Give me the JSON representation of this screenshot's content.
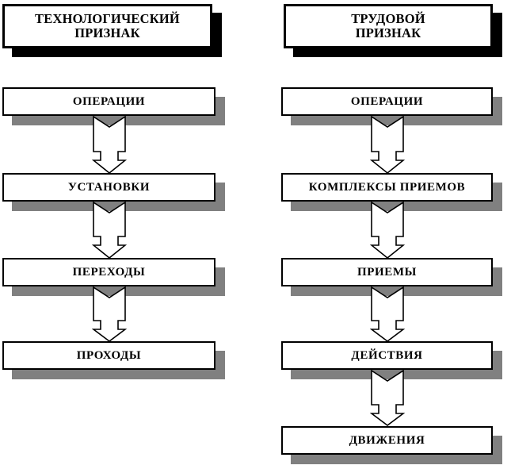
{
  "diagram": {
    "title_visible": false,
    "colors": {
      "box_fill": "#ffffff",
      "box_stroke": "#000000",
      "text": "#000000",
      "step_shadow": "#808080",
      "header_shadow": "#000000",
      "arrow_fill": "#ffffff",
      "arrow_stroke": "#000000"
    },
    "columns": [
      {
        "id": "technological",
        "header": {
          "lines": [
            "ТЕХНОЛОГИЧЕСКИЙ",
            "ПРИЗНАК"
          ],
          "shadow": "black"
        },
        "steps": [
          {
            "label": "ОПЕРАЦИИ"
          },
          {
            "label": "УСТАНОВКИ"
          },
          {
            "label": "ПЕРЕХОДЫ"
          },
          {
            "label": "ПРОХОДЫ"
          }
        ],
        "connectors": 3
      },
      {
        "id": "labor",
        "header": {
          "lines": [
            "ТРУДОВОЙ",
            "ПРИЗНАК"
          ],
          "shadow": "black"
        },
        "steps": [
          {
            "label": "ОПЕРАЦИИ"
          },
          {
            "label": "КОМПЛЕКСЫ ПРИЕМОВ"
          },
          {
            "label": "ПРИЕМЫ"
          },
          {
            "label": "ДЕЙСТВИЯ"
          },
          {
            "label": "ДВИЖЕНИЯ"
          }
        ],
        "connectors": 4
      }
    ],
    "arrow_icon_name": "down-arrow-notched"
  }
}
